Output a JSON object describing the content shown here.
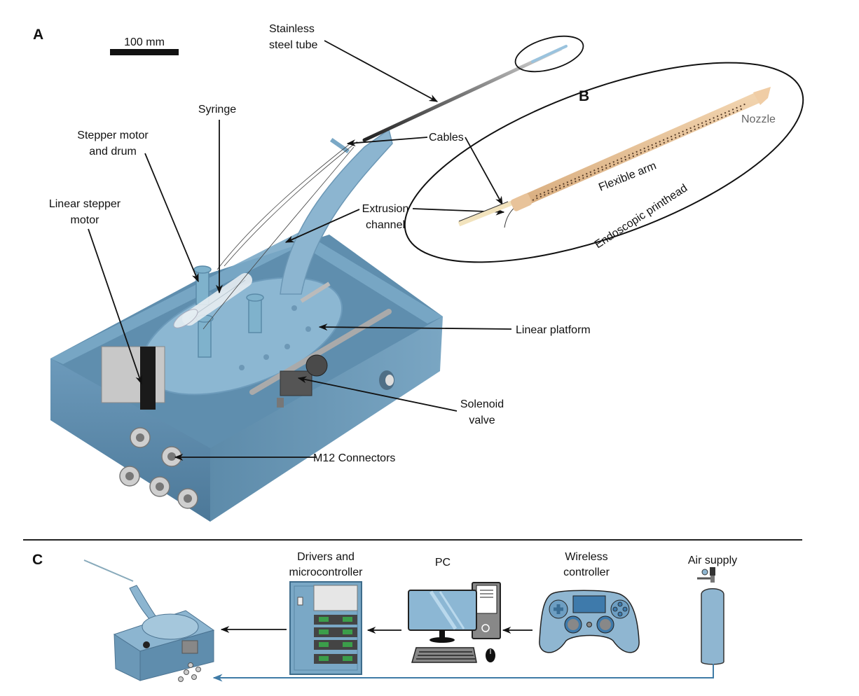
{
  "figure": {
    "panels": {
      "a": "A",
      "b": "B",
      "c": "C"
    },
    "scale_bar": {
      "label": "100 mm"
    },
    "panel_a_labels": {
      "stainless_line1": "Stainless",
      "stainless_line2": "steel tube",
      "syringe": "Syringe",
      "stepper_line1": "Stepper motor",
      "stepper_line2": "and drum",
      "cables": "Cables",
      "linear_stepper_line1": "Linear stepper",
      "linear_stepper_line2": "motor",
      "extrusion_line1": "Extrusion",
      "extrusion_line2": "channel",
      "linear_platform": "Linear platform",
      "solenoid_line1": "Solenoid",
      "solenoid_line2": "valve",
      "m12": "M12 Connectors"
    },
    "panel_b_labels": {
      "nozzle": "Nozzle",
      "flexible_arm": "Flexible arm",
      "endoscopic_printhead": "Endoscopic printhead"
    },
    "panel_c_labels": {
      "drivers_line1": "Drivers and",
      "drivers_line2": "microcontroller",
      "pc": "PC",
      "wireless_line1": "Wireless",
      "wireless_line2": "controller",
      "air_supply": "Air supply"
    },
    "colors": {
      "device_blue": "#6f9ebd",
      "device_dark": "#4f7d9c",
      "printhead_tan": "#e8c39a",
      "air_line": "#3f7ba6",
      "controller_blue": "#8fb6d1"
    }
  }
}
